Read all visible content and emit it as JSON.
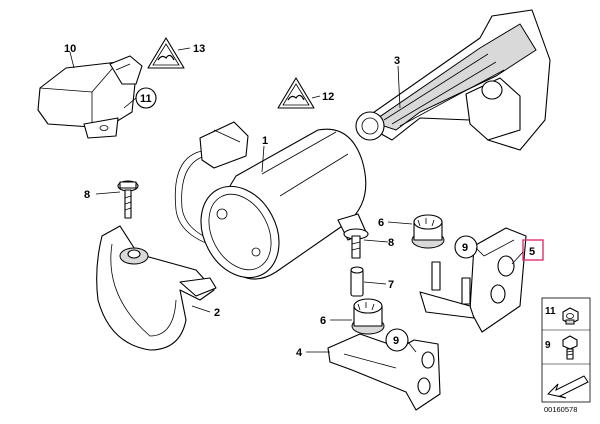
{
  "callouts": [
    {
      "id": "c10",
      "text": "10"
    },
    {
      "id": "c13",
      "text": "13"
    },
    {
      "id": "c11",
      "text": "11"
    },
    {
      "id": "c3",
      "text": "3"
    },
    {
      "id": "c12",
      "text": "12"
    },
    {
      "id": "c1",
      "text": "1"
    },
    {
      "id": "c8a",
      "text": "8"
    },
    {
      "id": "c6a",
      "text": "6"
    },
    {
      "id": "c8b",
      "text": "8"
    },
    {
      "id": "c9a",
      "text": "9"
    },
    {
      "id": "c5",
      "text": "5"
    },
    {
      "id": "c7",
      "text": "7"
    },
    {
      "id": "c2",
      "text": "2"
    },
    {
      "id": "c6b",
      "text": "6"
    },
    {
      "id": "c9b",
      "text": "9"
    },
    {
      "id": "c4",
      "text": "4"
    }
  ],
  "legend": {
    "items": [
      {
        "label": "11"
      },
      {
        "label": "9"
      }
    ]
  },
  "document_number": "00160578",
  "colors": {
    "highlight": "#e0306e",
    "outline": "#000000",
    "shade": "#d9d9d9"
  },
  "icons": [
    "triangle-warning-icon",
    "arrow-icon",
    "hex-nut-icon",
    "bolt-icon"
  ]
}
